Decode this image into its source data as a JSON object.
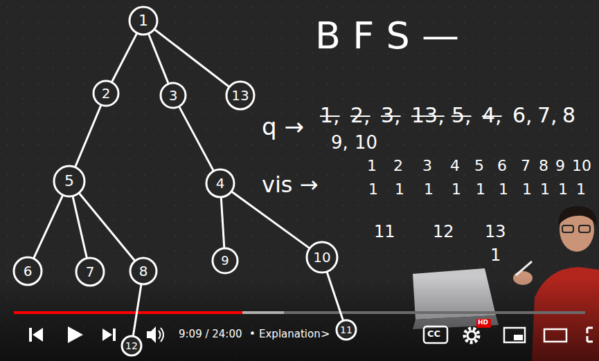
{
  "diagram": {
    "title": "B F S —",
    "nodes": [
      {
        "text": [
          "1"
        ]
      },
      {
        "text": [
          "2"
        ]
      },
      {
        "text": [
          "3"
        ]
      },
      {
        "text": [
          "13"
        ]
      },
      {
        "text": [
          "5"
        ]
      },
      {
        "text": [
          "4"
        ]
      },
      {
        "text": [
          "6"
        ]
      },
      {
        "text": [
          "7"
        ]
      },
      {
        "text": [
          "8"
        ]
      },
      {
        "text": [
          "9"
        ]
      },
      {
        "text": [
          "10"
        ]
      },
      {
        "text": [
          "11"
        ]
      },
      {
        "text": [
          "12"
        ]
      }
    ],
    "edges": [
      {
        "from": 0,
        "to": 1,
        "arrow": "none"
      },
      {
        "from": 0,
        "to": 2,
        "arrow": "none"
      },
      {
        "from": 0,
        "to": 3,
        "arrow": "none"
      },
      {
        "from": 1,
        "to": 4,
        "arrow": "none"
      },
      {
        "from": 2,
        "to": 5,
        "arrow": "none"
      },
      {
        "from": 4,
        "to": 6,
        "arrow": "none"
      },
      {
        "from": 4,
        "to": 7,
        "arrow": "none"
      },
      {
        "from": 4,
        "to": 8,
        "arrow": "none"
      },
      {
        "from": 5,
        "to": 9,
        "arrow": "none"
      },
      {
        "from": 5,
        "to": 10,
        "arrow": "none"
      },
      {
        "from": 10,
        "to": 11,
        "arrow": "none"
      },
      {
        "from": 8,
        "to": 12,
        "arrow": "none"
      }
    ],
    "labels": [
      "q →",
      "1,",
      "2,",
      "3,",
      "13,",
      "5,",
      "4,",
      "6,",
      "7,",
      "8",
      "9,",
      "10",
      "vis →",
      "1",
      "2",
      "3",
      "4",
      "5",
      "6",
      "7",
      "8",
      "9",
      "10",
      "1",
      "1",
      "1",
      "1",
      "1",
      "1",
      "1",
      "1",
      "1",
      "1",
      "11",
      "12",
      "13",
      "1",
      "9:09 / 24:00",
      "•",
      "Explanation",
      ">",
      "CC",
      "HD"
    ]
  }
}
